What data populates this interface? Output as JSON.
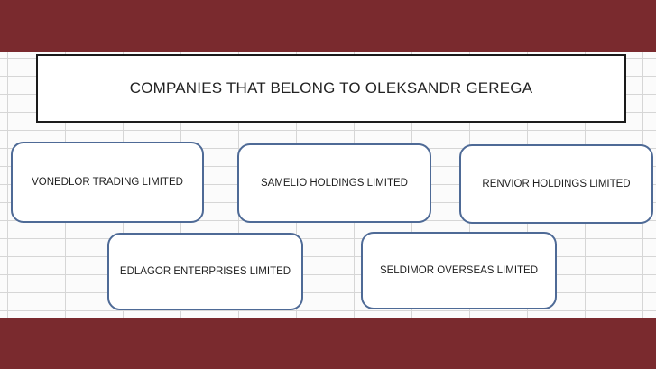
{
  "title": "COMPANIES THAT BELONG TO OLEKSANDR GEREGA",
  "companies": [
    "VONEDLOR TRADING LIMITED",
    "SAMELIO HOLDINGS LIMITED",
    "RENVIOR HOLDINGS LIMITED",
    "EDLAGOR ENTERPRISES LIMITED",
    "SELDIMOR OVERSEAS LIMITED"
  ],
  "colors": {
    "band": "#7a2a2e",
    "box_border": "#4e6a96",
    "title_border": "#1a1a1a"
  }
}
